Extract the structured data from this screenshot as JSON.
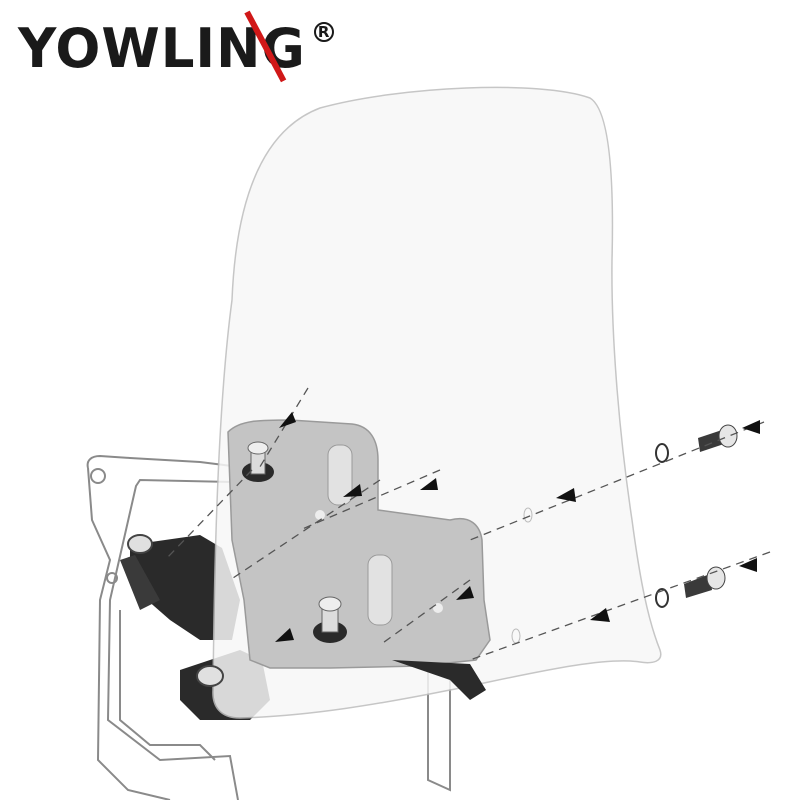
{
  "brand": {
    "name": "YOWLING",
    "registered_mark": "R",
    "colors": {
      "text": "#1a1a1a",
      "accent": "#d01818"
    }
  },
  "diagram": {
    "subject": "windshield-bracket-assembly",
    "colors": {
      "outline": "#8a8a8a",
      "bracket": "#2a2a2a",
      "panel": "#bdbdbd",
      "screen": "#f7f7f7",
      "dash": "#555555"
    },
    "callout_arrows": 9,
    "screw_count": 2,
    "washer_count": 2
  }
}
